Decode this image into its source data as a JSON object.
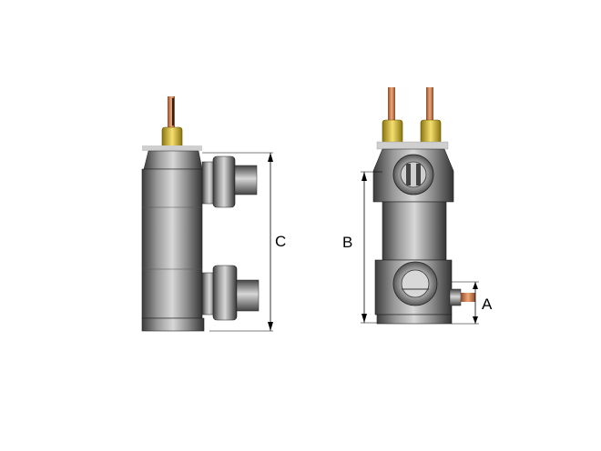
{
  "dimensions": {
    "height_total": "C",
    "height_body": "B",
    "offset_side": "A"
  },
  "colors": {
    "body_dark": "#4a4a4a",
    "body_mid": "#8c8c8c",
    "body_light": "#d6d6d6",
    "copper": "#c87a4a",
    "brass": "#e0c020",
    "line": "#000000"
  }
}
